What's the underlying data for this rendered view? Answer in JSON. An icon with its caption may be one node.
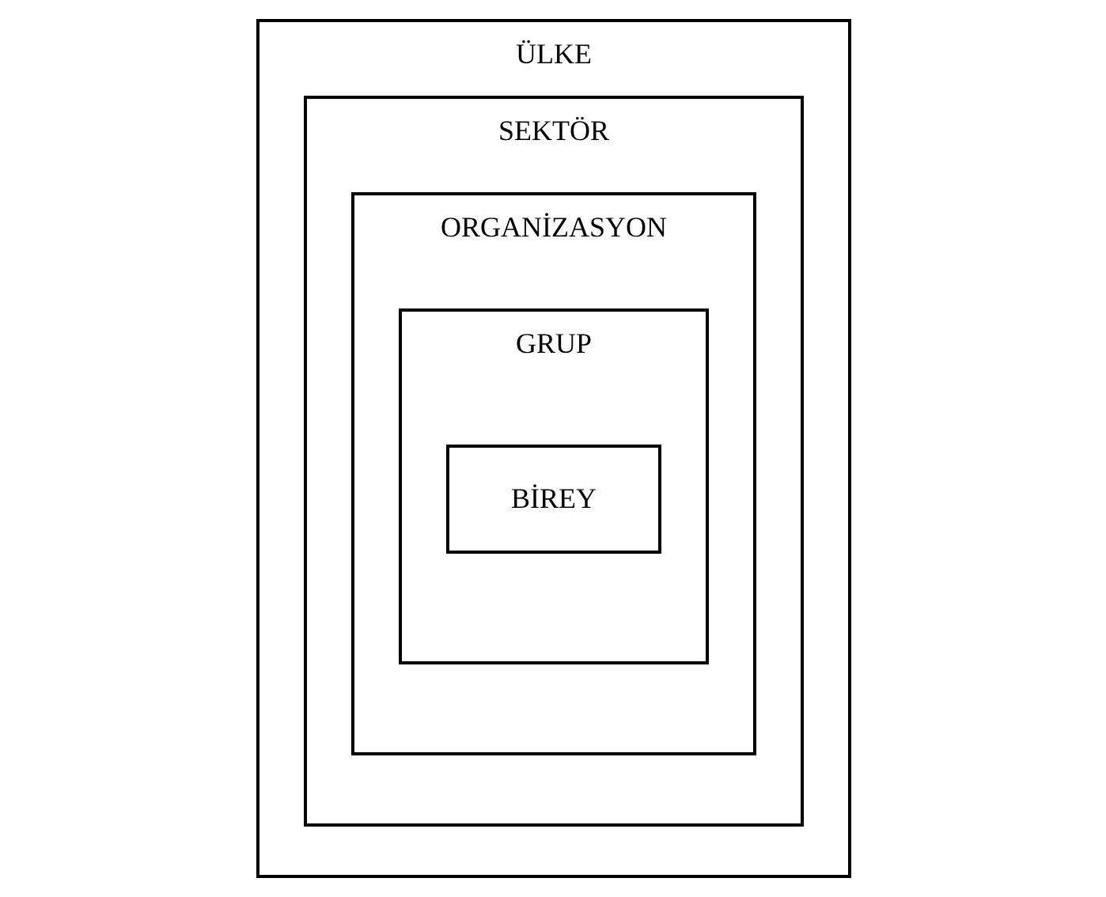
{
  "diagram": {
    "nodes": [
      {
        "text": [
          "ÜLKE"
        ]
      },
      {
        "text": [
          "SEKTÖR"
        ],
        "in": 0
      },
      {
        "text": [
          "ORGANİZASYON"
        ],
        "in": 1
      },
      {
        "text": [
          "GRUP"
        ],
        "in": 2
      },
      {
        "text": [
          "BİREY"
        ],
        "in": 3
      }
    ]
  }
}
